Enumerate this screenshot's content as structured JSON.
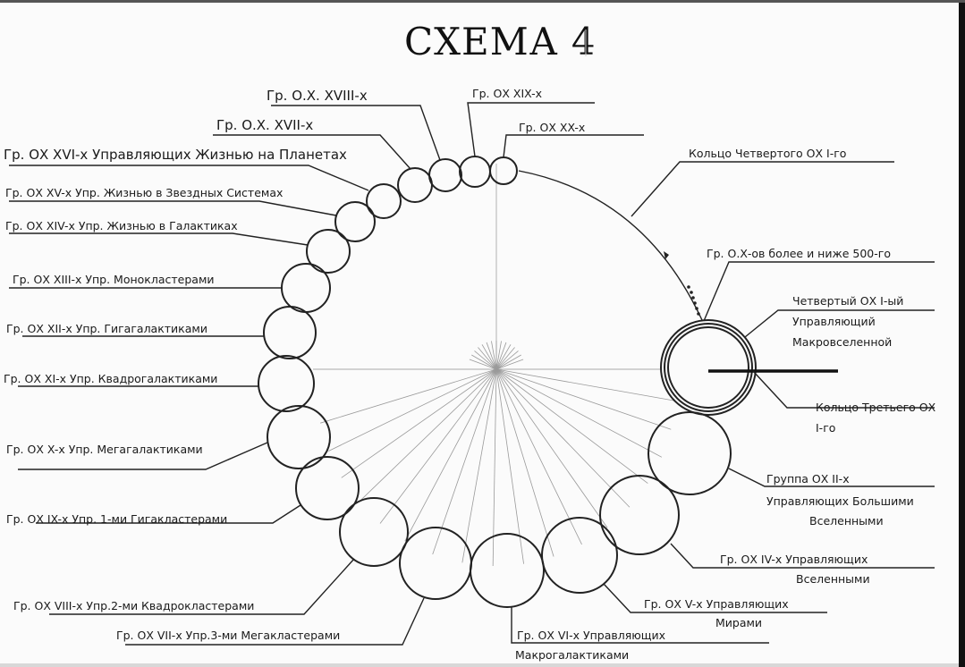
{
  "title": "СХЕМА 4",
  "center_node": {
    "label_lines": [
      "Четвертый ОХ I-ый",
      "Управляющий",
      "Макровселенной"
    ]
  },
  "rings": {
    "fourth_ring": "Кольцо Четвертого ОХ I-го",
    "third_ring_lines": [
      "Кольцо Третьего ОХ",
      "I-го"
    ],
    "above_500": "Гр. О.Х-ов более и ниже 500-го"
  },
  "groups": [
    {
      "id": "II",
      "lines": [
        "Группа ОХ II-х",
        "Управляющих Большими",
        "Вселенными"
      ]
    },
    {
      "id": "IV",
      "lines": [
        "Гр. ОХ IV-х Управляющих",
        "Вселенными"
      ]
    },
    {
      "id": "V",
      "lines": [
        "Гр. ОХ V-х Управляющих",
        "Мирами"
      ]
    },
    {
      "id": "VI",
      "lines": [
        "Гр. ОХ VI-х  Управляющих",
        "Макрогалактиками"
      ]
    },
    {
      "id": "VII",
      "lines": [
        "Гр. ОХ VII-х Упр.3-ми Мегакластерами"
      ]
    },
    {
      "id": "VIII",
      "lines": [
        "Гр. ОХ VIII-х Упр.2-ми Квадрокластерами"
      ]
    },
    {
      "id": "IX",
      "lines": [
        "Гр. ОХ IX-х Упр. 1-ми Гигакластерами"
      ]
    },
    {
      "id": "X",
      "lines": [
        "Гр. ОХ X-х Упр. Мегагалактиками"
      ]
    },
    {
      "id": "XI",
      "lines": [
        "Гр. ОХ XI-х Упр. Квадрогалактиками"
      ]
    },
    {
      "id": "XII",
      "lines": [
        "Гр. ОХ XII-х Упр. Гигагалактиками"
      ]
    },
    {
      "id": "XIII",
      "lines": [
        "Гр. ОХ XIII-х Упр. Монокластерами"
      ]
    },
    {
      "id": "XIV",
      "lines": [
        "Гр. ОХ XIV-х Упр. Жизнью в Галактиках"
      ]
    },
    {
      "id": "XV",
      "lines": [
        "Гр. ОХ XV-х Упр. Жизнью в Звездных Системах"
      ]
    },
    {
      "id": "XVI",
      "lines": [
        "Гр. ОХ XVI-х Управляющих Жизнью на Планетах"
      ]
    },
    {
      "id": "XVII",
      "lines": [
        "Гр. О.Х. XVII-х"
      ]
    },
    {
      "id": "XVIII",
      "lines": [
        "Гр. О.Х. XVIII-х"
      ]
    },
    {
      "id": "XIX",
      "lines": [
        "Гр. ОХ XIX-х"
      ]
    },
    {
      "id": "XX",
      "lines": [
        "Гр. ОХ XX-х"
      ]
    }
  ]
}
